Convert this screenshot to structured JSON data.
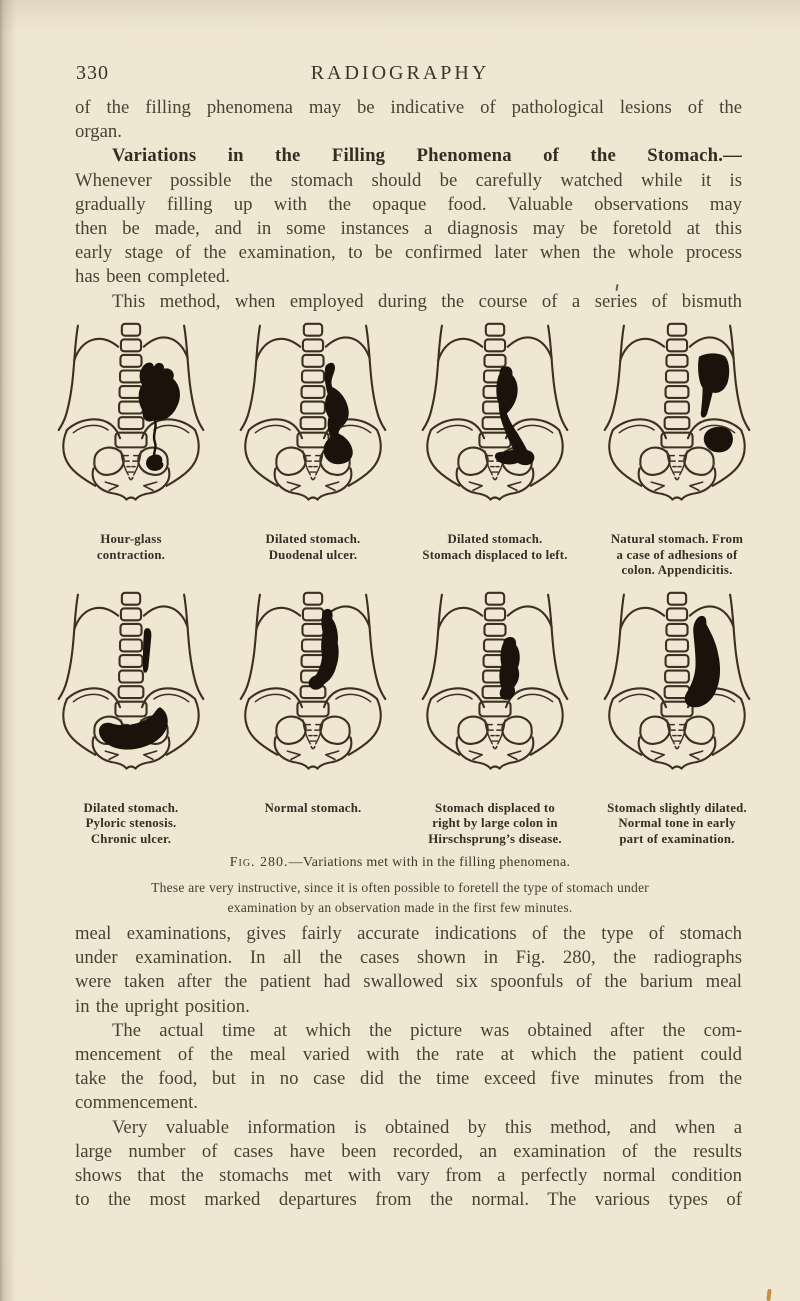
{
  "page": {
    "folio": "330",
    "running_title": "RADIOGRAPHY"
  },
  "body": {
    "lines_before_figure": [
      {
        "text": "of the filling phenomena may be indicative of pathological lesions of the",
        "indent": false,
        "bold": false,
        "justify": true
      },
      {
        "text": "organ.",
        "indent": false,
        "bold": false,
        "justify": false
      },
      {
        "text": "Variations in the Filling Phenomena of the Stomach.—",
        "indent": true,
        "bold": true,
        "justify": true
      },
      {
        "text": "Whenever possible the stomach should be carefully watched while it is",
        "indent": false,
        "bold": false,
        "justify": true
      },
      {
        "text": "gradually filling up with the opaque food. Valuable observations may",
        "indent": false,
        "bold": false,
        "justify": true
      },
      {
        "text": "then be made, and in some instances a diagnosis may be foretold at this",
        "indent": false,
        "bold": false,
        "justify": true
      },
      {
        "text": "early stage of the examination, to be confirmed later when the whole process",
        "indent": false,
        "bold": false,
        "justify": true
      },
      {
        "text": "has been completed.",
        "indent": false,
        "bold": false,
        "justify": false
      },
      {
        "text": "This method, when employed during the course of a series of bismuth",
        "indent": true,
        "bold": false,
        "justify": true
      }
    ],
    "lines_after_figure": [
      {
        "text": "meal examinations, gives fairly accurate indications of the type of stomach",
        "indent": false,
        "bold": false,
        "justify": true
      },
      {
        "text": "under examination. In all the cases shown in Fig. 280, the radiographs",
        "indent": false,
        "bold": false,
        "justify": true
      },
      {
        "text": "were taken after the patient had swallowed six spoonfuls of the barium meal",
        "indent": false,
        "bold": false,
        "justify": true
      },
      {
        "text": "in the upright position.",
        "indent": false,
        "bold": false,
        "justify": false
      },
      {
        "text": "The actual time at which the picture was obtained after the com-",
        "indent": true,
        "bold": false,
        "justify": true
      },
      {
        "text": "mencement of the meal varied with the rate at which the patient could",
        "indent": false,
        "bold": false,
        "justify": true
      },
      {
        "text": "take the food, but in no case did the time exceed five minutes from the",
        "indent": false,
        "bold": false,
        "justify": true
      },
      {
        "text": "commencement.",
        "indent": false,
        "bold": false,
        "justify": false
      },
      {
        "text": "Very valuable information is obtained by this method, and when a",
        "indent": true,
        "bold": false,
        "justify": true
      },
      {
        "text": "large number of cases have been recorded, an examination of the results",
        "indent": false,
        "bold": false,
        "justify": true
      },
      {
        "text": "shows that the stomachs met with vary from a perfectly normal condition",
        "indent": false,
        "bold": false,
        "justify": true
      },
      {
        "text": "to the most marked departures from the normal. The various types of",
        "indent": false,
        "bold": false,
        "justify": true
      }
    ]
  },
  "figure": {
    "caption_label": "Fig. 280.",
    "caption_text": "—Variations met with in the filling phenomena.",
    "note": "These are very instructive, since it is often possible to foretell the type of stomach under\nexamination by an observation made in the first few minutes.",
    "diagrams": [
      {
        "id": "hourglass",
        "caption": "Hour-glass\ncontraction."
      },
      {
        "id": "duodenal-ulcer",
        "caption": "Dilated stomach.\nDuodenal ulcer."
      },
      {
        "id": "displaced-left",
        "caption": "Dilated stomach.\nStomach displaced to left."
      },
      {
        "id": "natural-appendicitis",
        "caption": "Natural stomach. From\na case of adhesions of\ncolon. Appendicitis."
      },
      {
        "id": "pyloric-stenosis",
        "caption": "Dilated stomach.\nPyloric stenosis.\nChronic ulcer."
      },
      {
        "id": "normal",
        "caption": "Normal stomach."
      },
      {
        "id": "hirschsprung",
        "caption": "Stomach displaced to\nright by large colon in\nHirschsprung’s disease."
      },
      {
        "id": "slightly-dilated",
        "caption": "Stomach slightly dilated.\nNormal tone in early\npart of examination."
      }
    ],
    "colors": {
      "ink_line": "#3c3023",
      "stomach_fill": "#1a120b",
      "paper": "#f0e7d3"
    }
  }
}
